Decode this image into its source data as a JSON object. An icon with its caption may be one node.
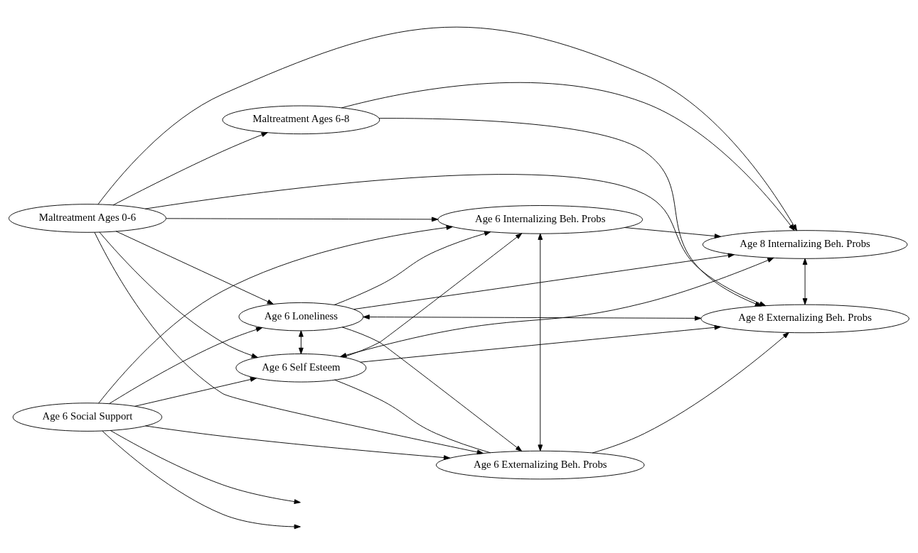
{
  "diagram": {
    "nodes": [
      {
        "text": [
          "Maltreatment Ages 6-8"
        ]
      },
      {
        "text": [
          "Age 6 Social Support"
        ]
      },
      {
        "text": [
          "Age 6 Internalizing Beh. Probs"
        ]
      },
      {
        "text": [
          "Age 6 Loneliness"
        ]
      },
      {
        "text": [
          "Maltreatment Ages 0-6"
        ]
      },
      {
        "text": [
          "Age 8 Internalizing Beh. Probs"
        ]
      },
      {
        "text": [
          "Age 6 Self Esteem"
        ]
      },
      {
        "text": [
          "Age 8 Externalizing Beh. Probs"
        ]
      },
      {
        "text": [
          "Age 6 Externalizing Beh. Probs"
        ]
      }
    ],
    "edges": [
      {
        "from": 4,
        "to": 0,
        "arrow": "to"
      },
      {
        "from": 4,
        "to": 2,
        "arrow": "to"
      },
      {
        "from": 4,
        "to": 3,
        "arrow": "to"
      },
      {
        "from": 4,
        "to": 5,
        "arrow": "to"
      },
      {
        "from": 4,
        "to": 7,
        "arrow": "to"
      },
      {
        "from": 4,
        "to": 6,
        "arrow": "to"
      },
      {
        "from": 4,
        "to": 8,
        "arrow": "to"
      },
      {
        "from": 1,
        "to": 2,
        "arrow": "to"
      },
      {
        "from": 1,
        "to": 3,
        "arrow": "to"
      },
      {
        "from": 1,
        "to": 8,
        "arrow": "to"
      },
      {
        "from": 1,
        "to": null,
        "arrow": "to"
      },
      {
        "from": 1,
        "to": null,
        "arrow": "to"
      },
      {
        "from": 1,
        "to": 6,
        "arrow": "to"
      },
      {
        "from": 3,
        "to": 2,
        "arrow": "to"
      },
      {
        "from": 3,
        "to": 5,
        "arrow": "to"
      },
      {
        "from": 3,
        "to": 7,
        "arrow": "both"
      },
      {
        "from": 3,
        "to": 6,
        "arrow": "both"
      },
      {
        "from": 3,
        "to": 8,
        "arrow": "to"
      },
      {
        "from": 6,
        "to": 2,
        "arrow": "to"
      },
      {
        "from": 6,
        "to": 5,
        "arrow": "both"
      },
      {
        "from": 6,
        "to": 7,
        "arrow": "to"
      },
      {
        "from": 6,
        "to": 8,
        "arrow": "none"
      },
      {
        "from": 2,
        "to": 5,
        "arrow": "to"
      },
      {
        "from": 2,
        "to": 8,
        "arrow": "both"
      },
      {
        "from": 0,
        "to": 5,
        "arrow": "to"
      },
      {
        "from": 0,
        "to": 7,
        "arrow": "to"
      },
      {
        "from": 8,
        "to": 7,
        "arrow": "to"
      },
      {
        "from": 5,
        "to": 7,
        "arrow": "both"
      }
    ]
  }
}
